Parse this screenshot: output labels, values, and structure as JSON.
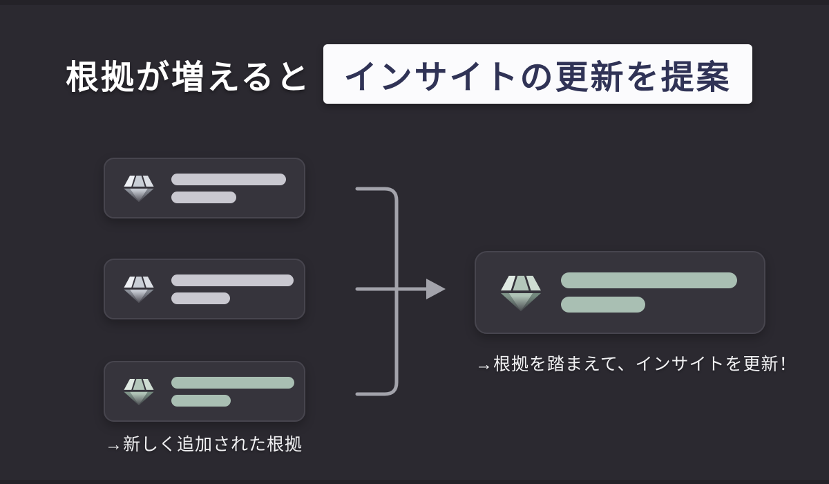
{
  "header": {
    "title_plain": "根拠が増えると",
    "title_highlight": "インサイトの更新を提案"
  },
  "evidence_section": {
    "card_count": 3,
    "caption": "→新しく追加された根拠"
  },
  "insight_section": {
    "card_count": 1,
    "caption": "→根拠を踏まえて、インサイトを更新！"
  },
  "icons": {
    "card_icon": "gem-icon",
    "connector_icon": "merge-arrow-icon"
  },
  "colors": {
    "background": "#2b2930",
    "card_background": "#36343c",
    "card_border": "#47454e",
    "bar_gray": "#c9c8d0",
    "bar_green": "#a9bfb3",
    "connector": "#a3a3ab",
    "highlight_box_bg": "#fbfbfd",
    "highlight_box_text": "#303356",
    "title_text": "#ffffff"
  }
}
